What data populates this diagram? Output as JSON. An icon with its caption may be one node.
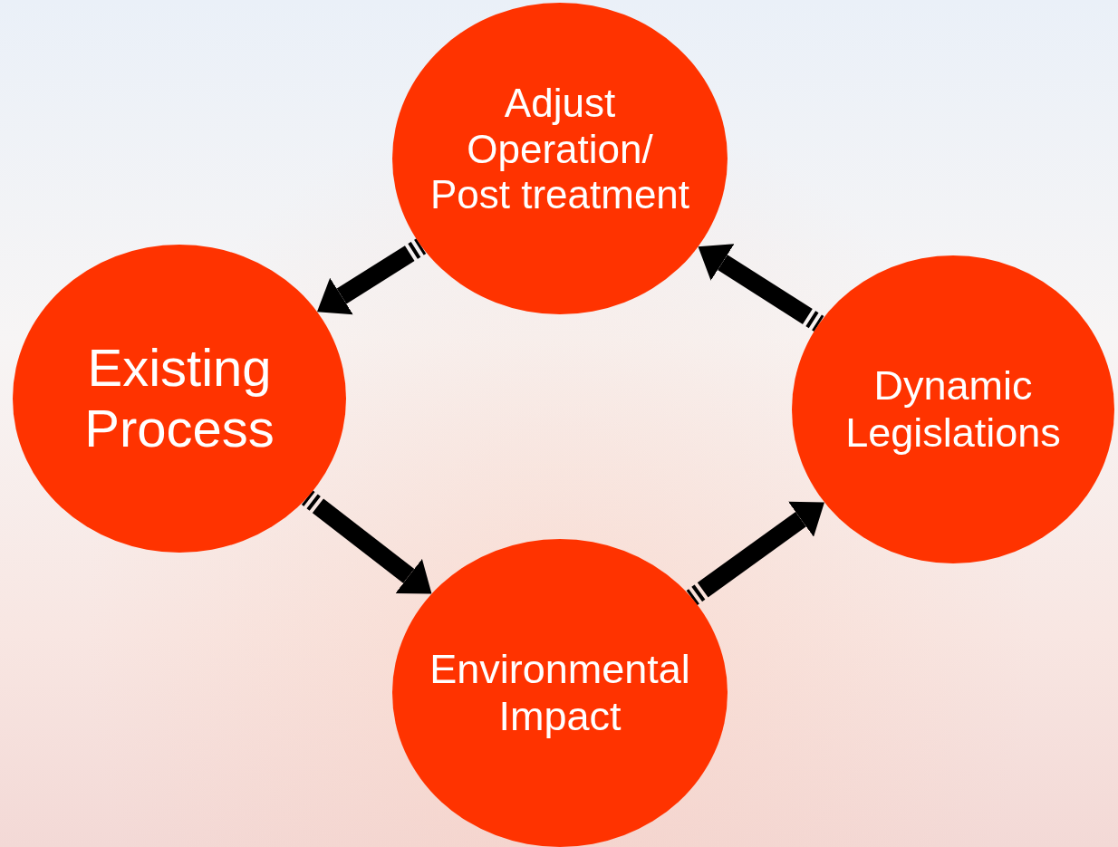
{
  "diagram": {
    "nodes": [
      {
        "text": [
          "Adjust Operation/ Post treatment"
        ]
      },
      {
        "text": [
          "Existing Process"
        ]
      },
      {
        "text": [
          "Environmental Impact"
        ]
      },
      {
        "text": [
          "Dynamic Legislations"
        ]
      }
    ],
    "edges": [
      {
        "from": 0,
        "to": 1,
        "arrow": "to"
      },
      {
        "from": 1,
        "to": 2,
        "arrow": "to"
      },
      {
        "from": 2,
        "to": 3,
        "arrow": "to"
      },
      {
        "from": 3,
        "to": 0,
        "arrow": "to"
      }
    ]
  }
}
